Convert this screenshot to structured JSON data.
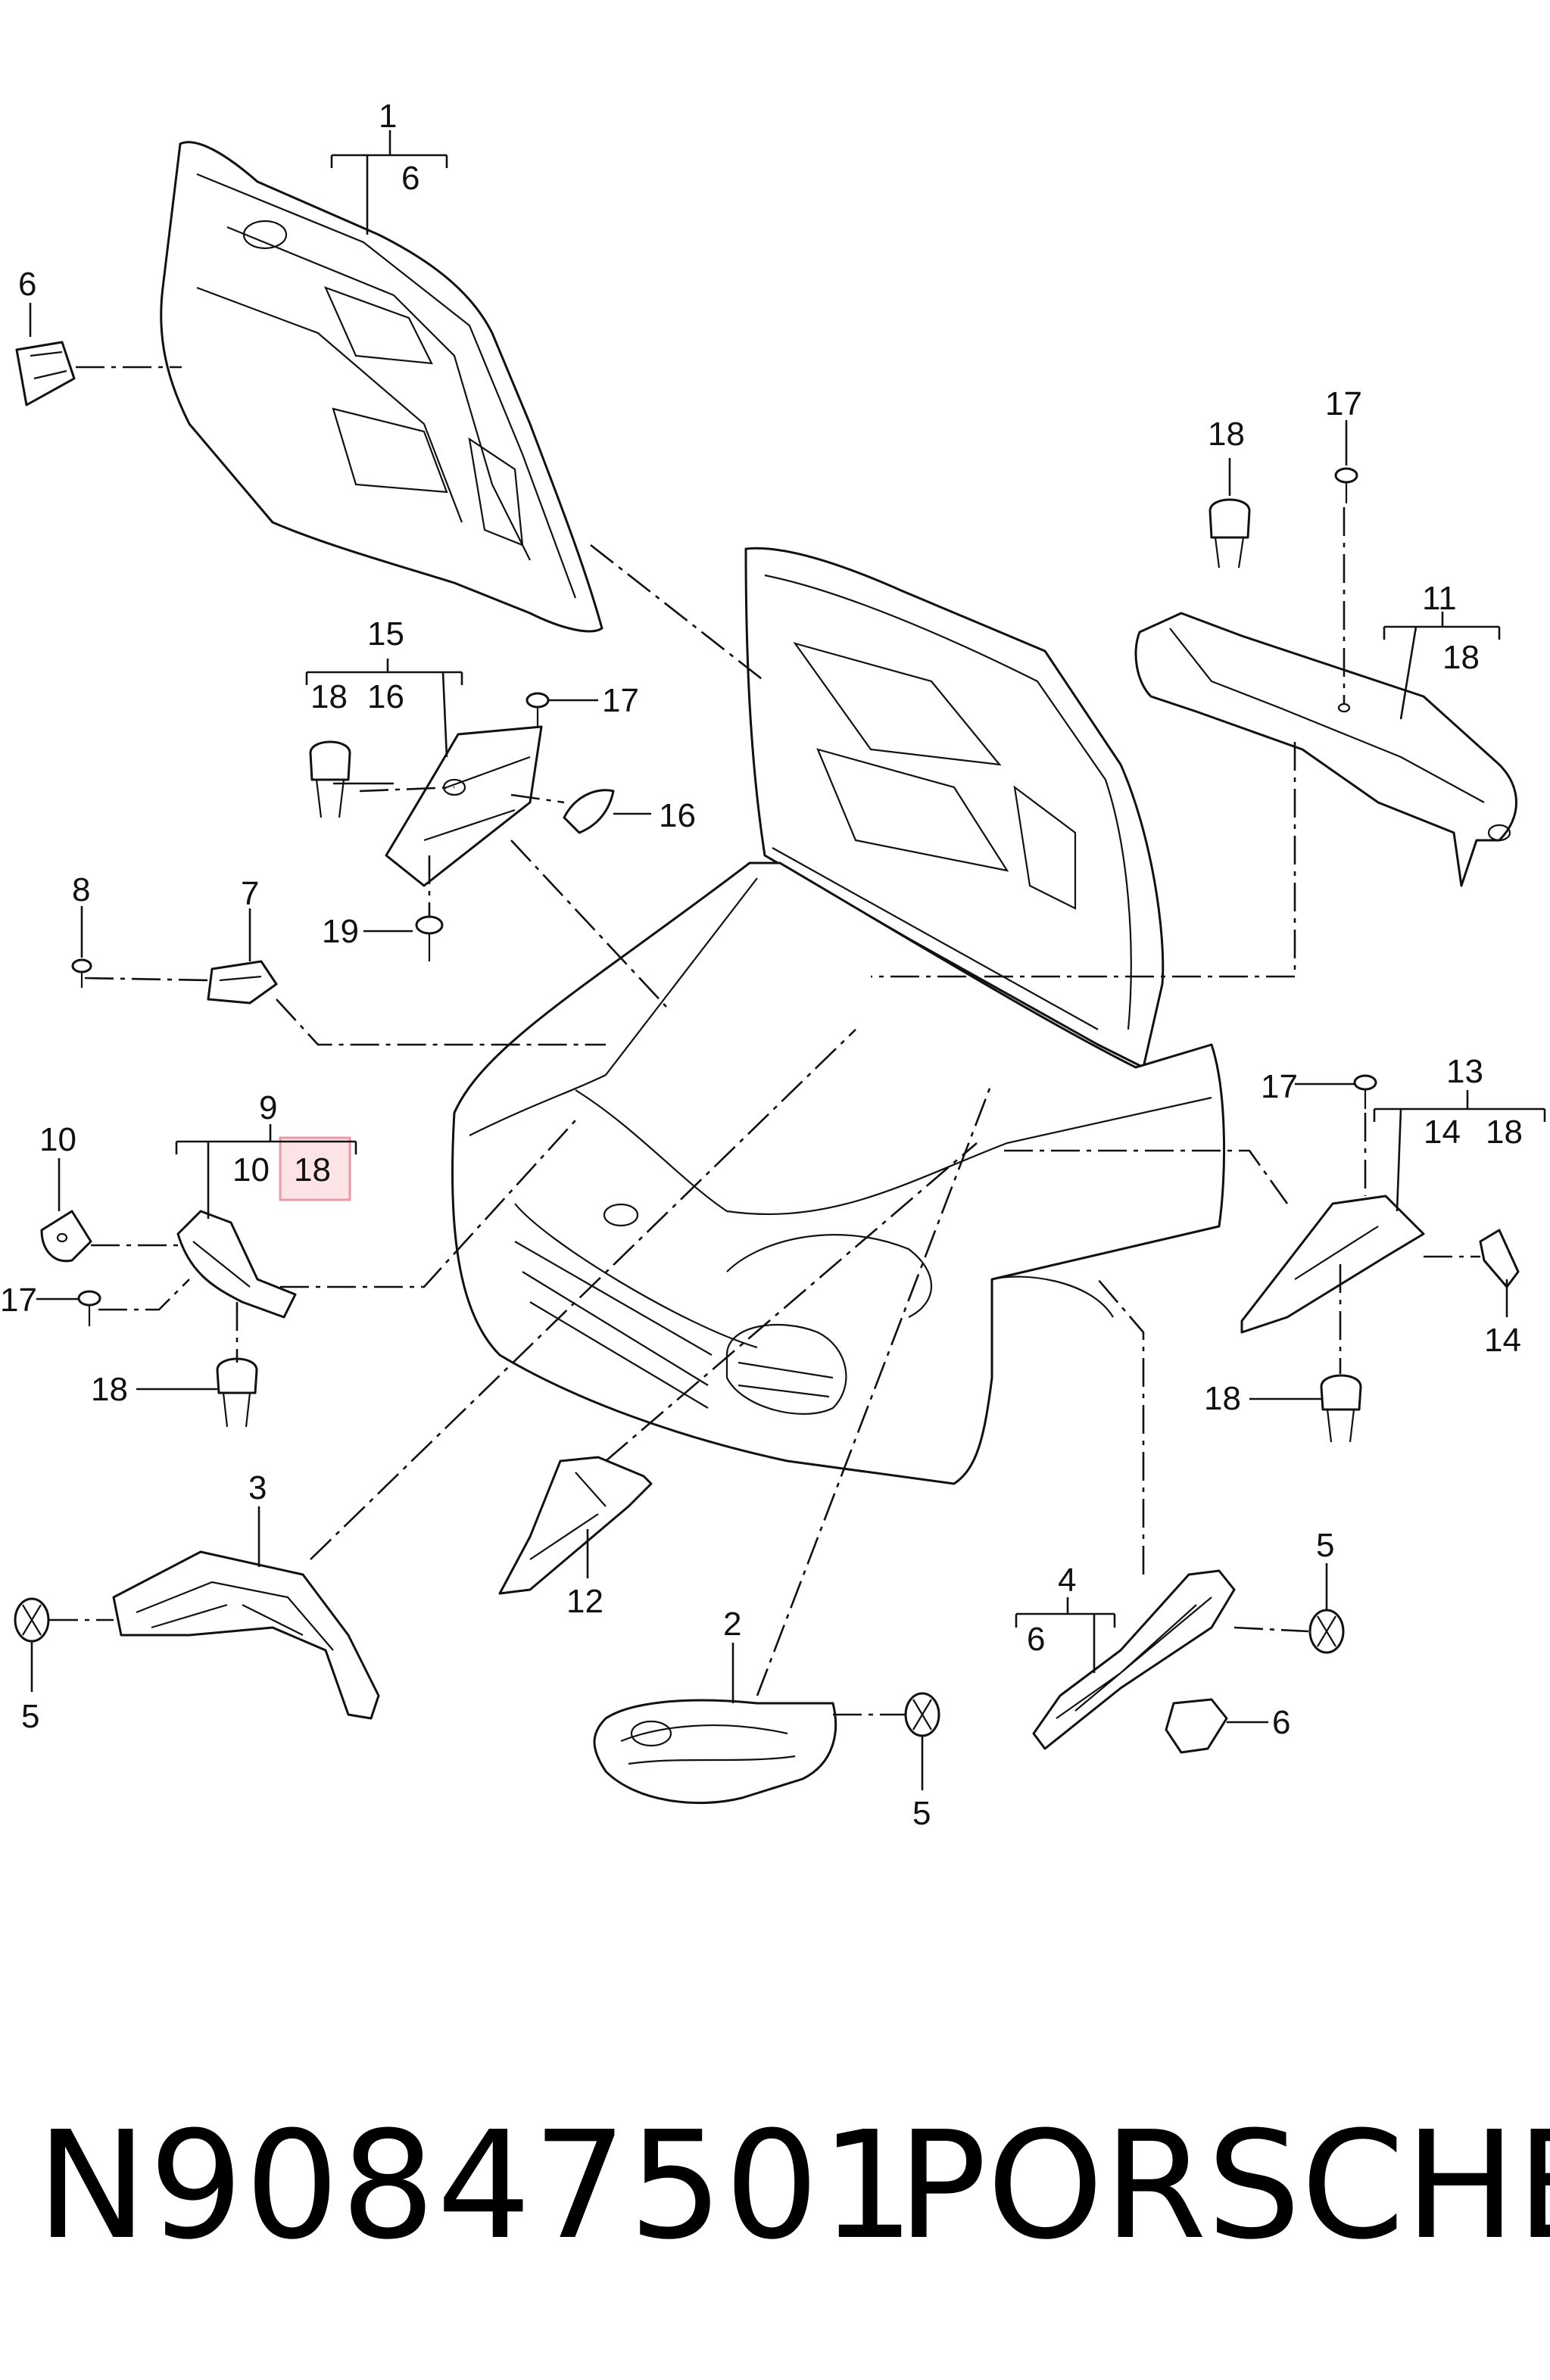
{
  "diagram": {
    "labels": {
      "l1": "1",
      "l1_6": "6",
      "l6_top": "6",
      "l17_a": "17",
      "l18_a": "18",
      "l11": "11",
      "l11_18": "18",
      "l15": "15",
      "l15_18": "18",
      "l15_16": "16",
      "l17_b": "17",
      "l16": "16",
      "l19": "19",
      "l8": "8",
      "l7": "7",
      "l9": "9",
      "l9_10": "10",
      "l9_18": "18",
      "l10": "10",
      "l17_c": "17",
      "l18_c": "18",
      "l17_d": "17",
      "l13": "13",
      "l13_14": "14",
      "l13_18": "18",
      "l14": "14",
      "l18_d": "18",
      "l3": "3",
      "l5_a": "5",
      "l12": "12",
      "l2": "2",
      "l5_b": "5",
      "l4": "4",
      "l4_6": "6",
      "l5_c": "5",
      "l6_c": "6"
    },
    "highlight_label": "l9_18"
  },
  "footer": {
    "part_number": "N90847501",
    "brand": "PORSCHE"
  }
}
